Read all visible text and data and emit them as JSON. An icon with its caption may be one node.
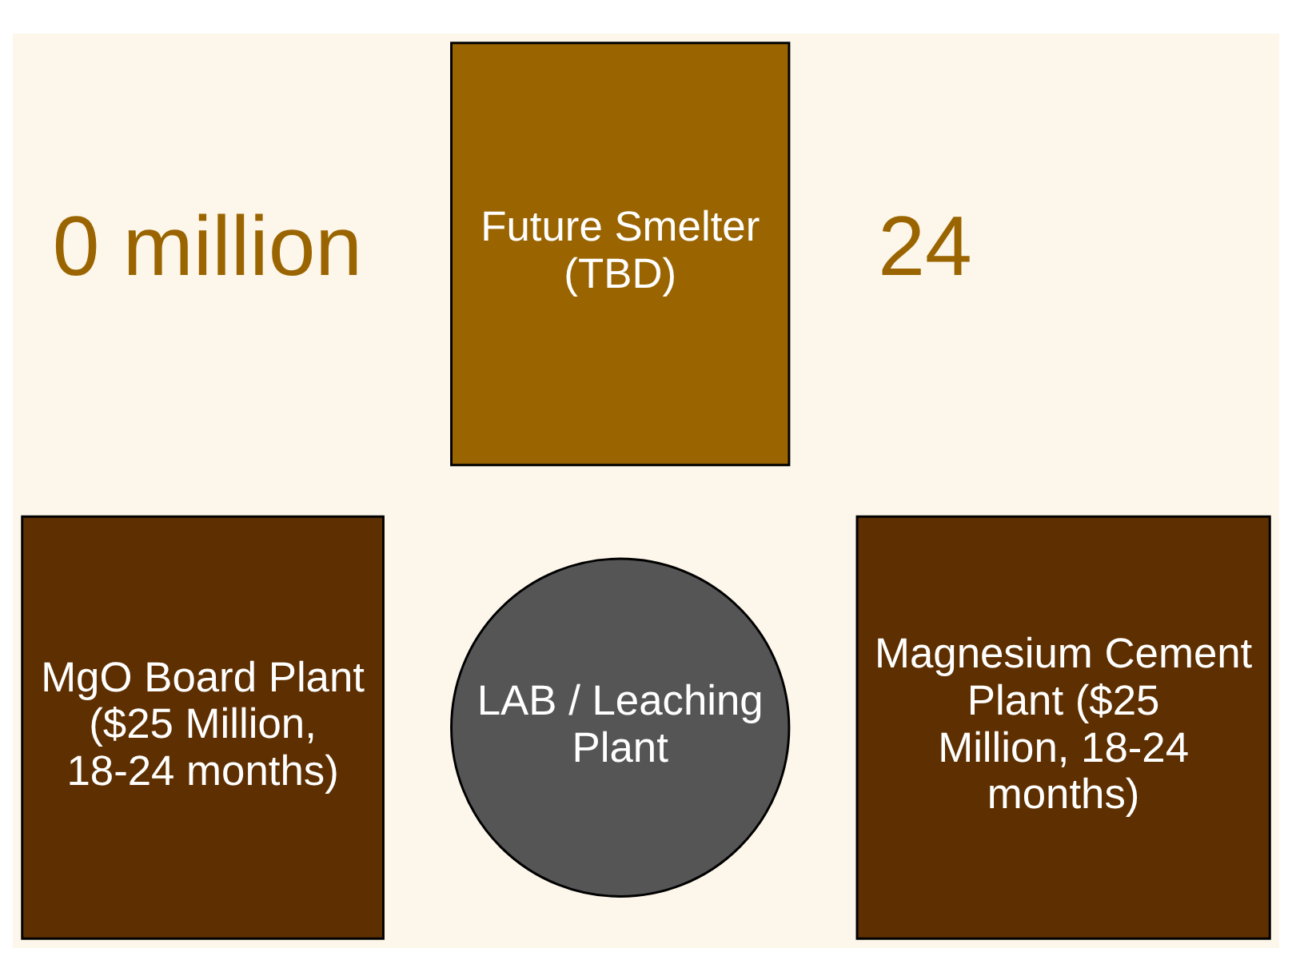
{
  "diagram": {
    "nodes": [
      {
        "text": [
          "Future Smelter (TBD)"
        ]
      },
      {
        "text": [
          "MgO Board Plant ($25 Million, 18-24 months)"
        ]
      },
      {
        "text": [
          "LAB / Leaching Plant"
        ]
      },
      {
        "text": [
          "Magnesium Cement Plant ($25 Million, 18-24 months)"
        ]
      }
    ],
    "edges": [],
    "labels": [
      "0 million",
      "24"
    ]
  }
}
